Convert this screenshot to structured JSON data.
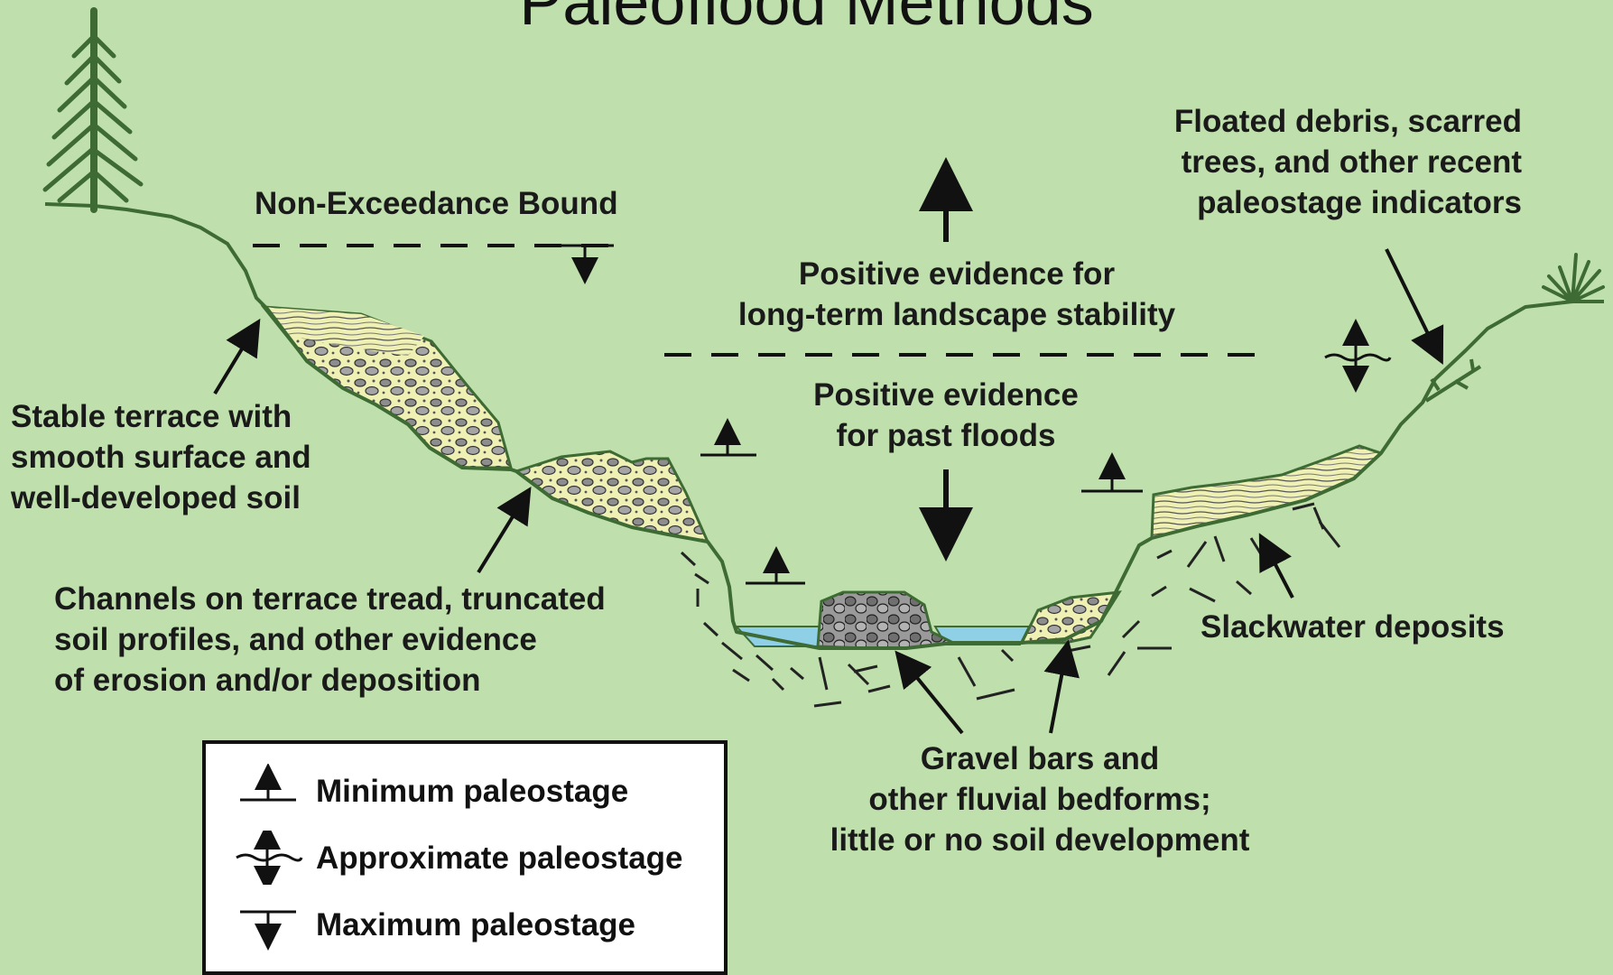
{
  "title": "Paleoflood Methods",
  "labels": {
    "non_exceedance": "Non-Exceedance Bound",
    "floated_debris": [
      "Floated debris, scarred",
      "trees, and other recent",
      "paleostage indicators"
    ],
    "positive_stability": [
      "Positive evidence for",
      "long-term landscape stability"
    ],
    "positive_floods": [
      "Positive evidence",
      "for past floods"
    ],
    "stable_terrace": [
      "Stable terrace with",
      "smooth surface and",
      "well-developed soil"
    ],
    "channels": [
      "Channels on terrace tread, truncated",
      "soil profiles, and other evidence",
      "of erosion and/or deposition"
    ],
    "slackwater": "Slackwater deposits",
    "gravel_bars": [
      "Gravel bars and",
      "other fluvial bedforms;",
      "little or no soil development"
    ]
  },
  "legend": [
    {
      "icon": "minimum-paleostage-icon",
      "label": "Minimum paleostage"
    },
    {
      "icon": "approximate-paleostage-icon",
      "label": "Approximate paleostage"
    },
    {
      "icon": "maximum-paleostage-icon",
      "label": "Maximum paleostage"
    }
  ],
  "colors": {
    "background": "#bfe0ac",
    "ground_line": "#3d6b33",
    "deposit_fill": "#eef0b4",
    "water": "#8fd0e6",
    "tree": "#3d6b33"
  }
}
